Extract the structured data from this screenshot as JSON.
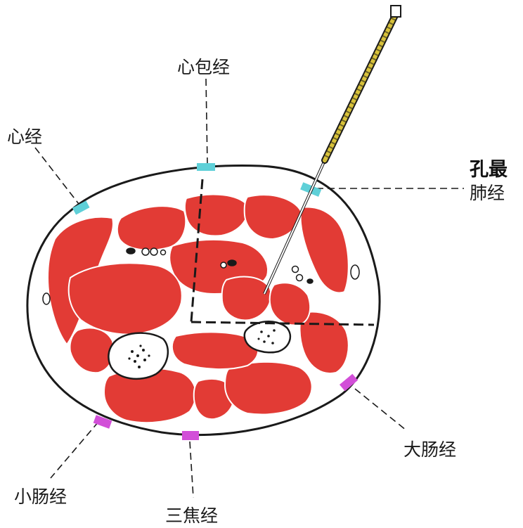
{
  "labels": {
    "xinbao": "心包经",
    "xin": "心经",
    "kongzui": "孔最",
    "fei": "肺经",
    "dachang": "大肠经",
    "xiaochang": "小肠经",
    "sanjiao": "三焦经"
  },
  "colors": {
    "muscle": "#e23b35",
    "outline": "#1a1a1a",
    "meridian_cyan": "#5fd0d8",
    "meridian_magenta": "#d24fd8",
    "needle_gold": "#d8c23a"
  }
}
